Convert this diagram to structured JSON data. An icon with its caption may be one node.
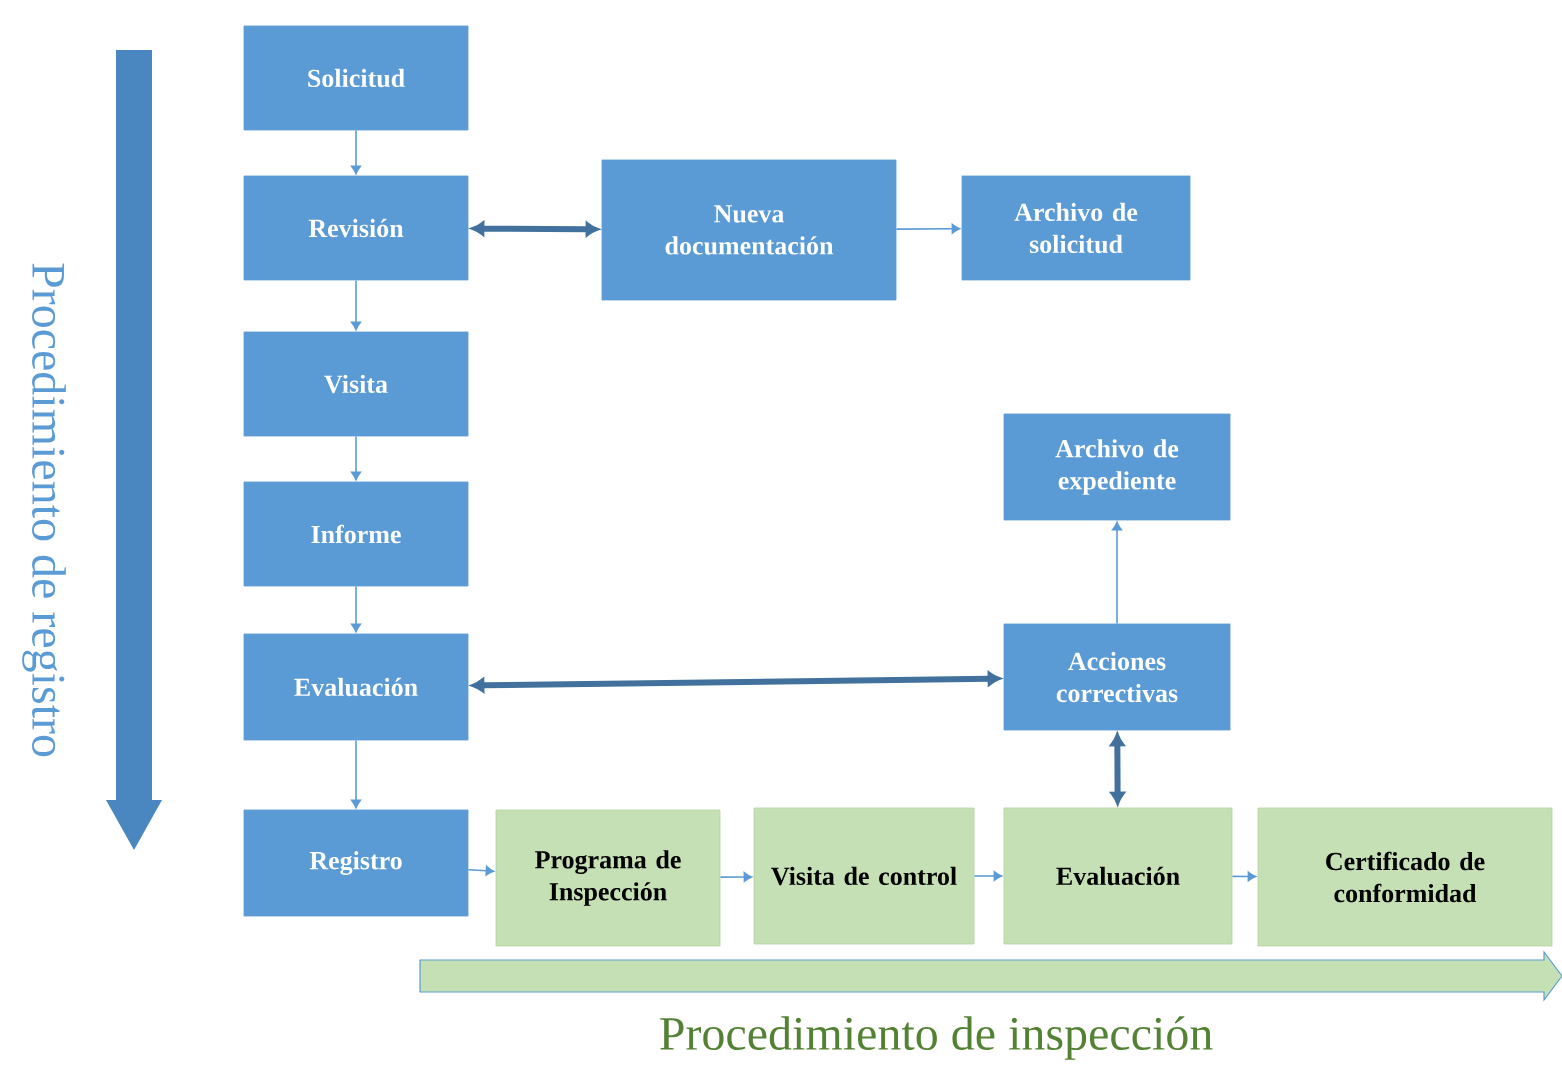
{
  "diagram": {
    "nodes": [
      {
        "text": [
          "Solicitud"
        ]
      },
      {
        "text": [
          "Revisión"
        ]
      },
      {
        "text": [
          "Nueva documentación"
        ]
      },
      {
        "text": [
          "Archivo de solicitud"
        ]
      },
      {
        "text": [
          "Visita"
        ]
      },
      {
        "text": [
          "Informe"
        ]
      },
      {
        "text": [
          "Evaluación"
        ]
      },
      {
        "text": [
          "Archivo de expediente"
        ]
      },
      {
        "text": [
          "Acciones correctivas"
        ]
      },
      {
        "text": [
          "Registro"
        ]
      },
      {
        "text": [
          "Programa de Inspección"
        ]
      },
      {
        "text": [
          "Visita de control"
        ]
      },
      {
        "text": [
          "Evaluación"
        ]
      },
      {
        "text": [
          "Certificado de conformidad"
        ]
      }
    ],
    "edges": [
      {
        "from": 0,
        "to": 1,
        "arrow": "to"
      },
      {
        "from": 1,
        "to": 2,
        "arrow": "both",
        "style": "thick"
      },
      {
        "from": 2,
        "to": 3,
        "arrow": "to"
      },
      {
        "from": 1,
        "to": 4,
        "arrow": "to"
      },
      {
        "from": 4,
        "to": 5,
        "arrow": "to"
      },
      {
        "from": 5,
        "to": 6,
        "arrow": "to"
      },
      {
        "from": 6,
        "to": 8,
        "arrow": "both",
        "style": "thick"
      },
      {
        "from": 8,
        "to": 7,
        "arrow": "to"
      },
      {
        "from": 12,
        "to": 8,
        "arrow": "both",
        "style": "thick"
      },
      {
        "from": 6,
        "to": 9,
        "arrow": "to"
      },
      {
        "from": 9,
        "to": 10,
        "arrow": "to"
      },
      {
        "from": 10,
        "to": 11,
        "arrow": "to"
      },
      {
        "from": 11,
        "to": 12,
        "arrow": "to"
      },
      {
        "from": 12,
        "to": 13,
        "arrow": "to"
      }
    ],
    "labels": [
      "Procedimiento de registro",
      "Procedimiento de inspección"
    ]
  }
}
